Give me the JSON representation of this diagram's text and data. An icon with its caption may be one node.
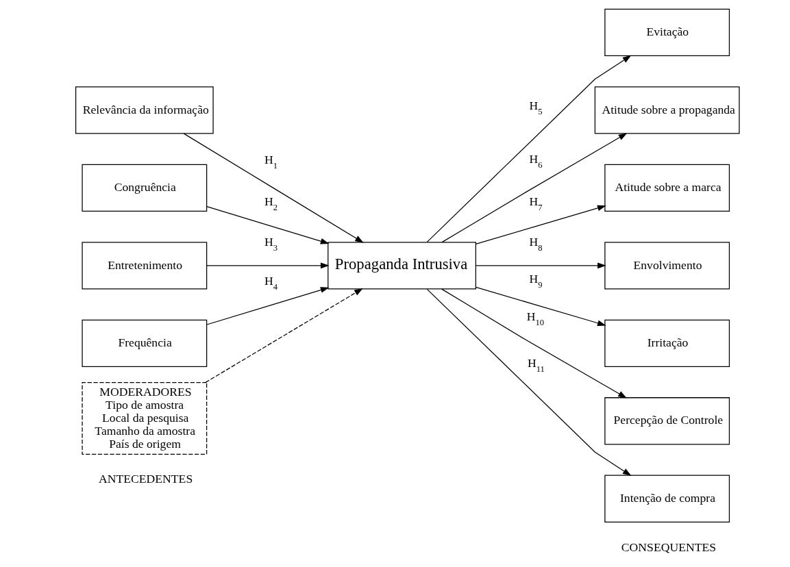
{
  "diagram": {
    "nodes": [
      {
        "text": [
          "Relevância da informação"
        ]
      },
      {
        "text": [
          "Congruência"
        ]
      },
      {
        "text": [
          "Entretenimento"
        ]
      },
      {
        "text": [
          "Frequência"
        ]
      },
      {
        "text": [
          "MODERADORES",
          "Tipo de amostra",
          "Local da pesquisa",
          "Tamanho da amostra",
          "País de origem"
        ]
      },
      {
        "text": [
          "Propaganda Intrusiva"
        ]
      },
      {
        "text": [
          "Evitação"
        ]
      },
      {
        "text": [
          "Atitude sobre a propaganda"
        ]
      },
      {
        "text": [
          "Atitude sobre a marca"
        ]
      },
      {
        "text": [
          "Envolvimento"
        ]
      },
      {
        "text": [
          "Irritação"
        ]
      },
      {
        "text": [
          "Percepção de Controle"
        ]
      },
      {
        "text": [
          "Intenção de compra"
        ]
      }
    ],
    "edges": [
      {
        "from": 0,
        "to": 5,
        "arrow": "to",
        "label": "H$_{1}$"
      },
      {
        "from": 1,
        "to": 5,
        "arrow": "to",
        "label": "H$_{2}$"
      },
      {
        "from": 2,
        "to": 5,
        "arrow": "to",
        "label": "H$_{3}$"
      },
      {
        "from": 3,
        "to": 5,
        "arrow": "to",
        "label": "H$_{4}$"
      },
      {
        "from": 4,
        "to": 5,
        "arrow": "to",
        "style": "dashed"
      },
      {
        "from": 5,
        "to": 6,
        "arrow": "to",
        "label": "H$_{5}$"
      },
      {
        "from": 5,
        "to": 7,
        "arrow": "to",
        "label": "H$_{6}$"
      },
      {
        "from": 5,
        "to": 8,
        "arrow": "to",
        "label": "H$_{7}$"
      },
      {
        "from": 5,
        "to": 9,
        "arrow": "to",
        "label": "H$_{8}$"
      },
      {
        "from": 5,
        "to": 10,
        "arrow": "to",
        "label": "H$_{9}$"
      },
      {
        "from": 5,
        "to": 11,
        "arrow": "to",
        "label": "H$_{10}$"
      },
      {
        "from": 5,
        "to": 12,
        "arrow": "to",
        "label": "H$_{11}$"
      }
    ],
    "labels": [
      "ANTECEDENTES",
      "CONSEQUENTES"
    ]
  }
}
